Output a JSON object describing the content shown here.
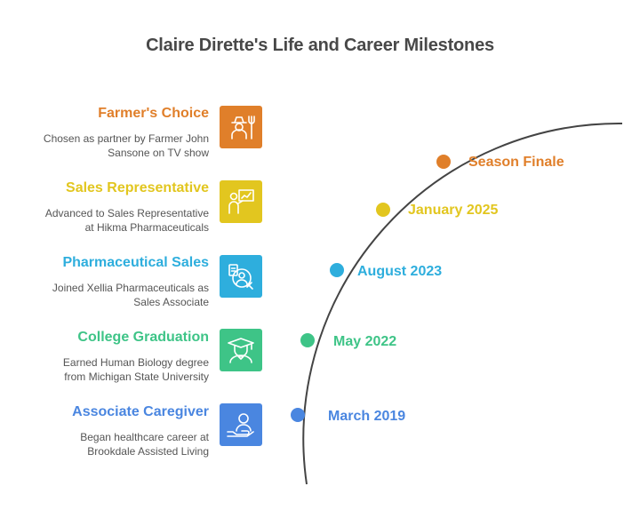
{
  "title": "Claire Dirette's Life and Career Milestones",
  "milestones": [
    {
      "title": "Farmer's Choice",
      "description": [
        "Chosen as partner by Farmer John",
        "Sansone on TV show"
      ],
      "date": "Season Finale",
      "color": "#e07f2a",
      "icon": "farmer-icon"
    },
    {
      "title": "Sales Representative",
      "description": [
        "Advanced to Sales Representative",
        "at Hikma Pharmaceuticals"
      ],
      "date": "January 2025",
      "color": "#e2c61f",
      "icon": "presentation-icon"
    },
    {
      "title": "Pharmaceutical Sales",
      "description": [
        "Joined Xellia Pharmaceuticals as",
        "Sales Associate"
      ],
      "date": "August 2023",
      "color": "#2eaedd",
      "icon": "medical-rep-icon"
    },
    {
      "title": "College Graduation",
      "description": [
        "Earned Human Biology degree",
        "from Michigan State University"
      ],
      "date": "May 2022",
      "color": "#3ec487",
      "icon": "graduate-icon"
    },
    {
      "title": "Associate Caregiver",
      "description": [
        "Began healthcare career at",
        "Brookdale Assisted Living"
      ],
      "date": "March 2019",
      "color": "#4a86e0",
      "icon": "caregiver-icon"
    }
  ]
}
